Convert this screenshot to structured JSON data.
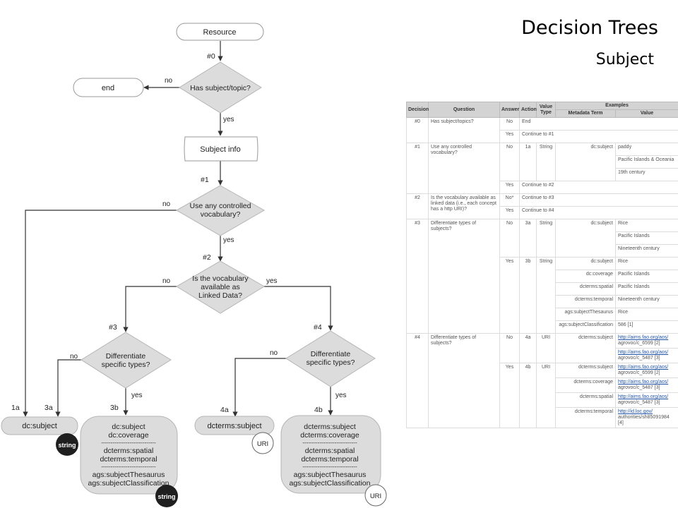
{
  "header": {
    "title": "Decision Trees",
    "subtitle": "Subject"
  },
  "flowchart": {
    "nodes": {
      "resource": "Resource",
      "end": "end",
      "q0": "Has subject/topic?",
      "subject_info": "Subject info",
      "q1": [
        "Use any controlled",
        "vocabulary?"
      ],
      "q2": [
        "Is the vocabulary",
        "available as",
        "Linked Data?"
      ],
      "q3": [
        "Differentiate",
        "specific types?"
      ],
      "q4": [
        "Differentiate",
        "specific types?"
      ],
      "r1a": "dc:subject",
      "r3b": [
        "dc:subject",
        "dc:coverage",
        "dcterms:spatial",
        "dcterms:temporal",
        "ags:subjectThesaurus",
        "ags:subjectClassification"
      ],
      "r4a": "dcterms:subject",
      "r4b": [
        "dcterms:subject",
        "dcterms:coverage",
        "dcterms:spatial",
        "dcterms:temporal",
        "ags:subjectThesaurus",
        "ags:subjectClassification"
      ]
    },
    "step_labels": {
      "s0": "#0",
      "s1": "#1",
      "s2": "#2",
      "s3": "#3",
      "s4": "#4"
    },
    "path_labels": {
      "l1a": "1a",
      "l3a": "3a",
      "l3b": "3b",
      "l4a": "4a",
      "l4b": "4b"
    },
    "edge_labels": {
      "q0_no": "no",
      "q0_yes": "yes",
      "q1_no": "no",
      "q1_yes": "yes",
      "q2_no": "no",
      "q2_yes": "yes",
      "q3_no": "no",
      "q3_yes": "yes",
      "q4_no": "no",
      "q4_yes": "yes"
    },
    "separator": "-----------------------------",
    "value_types": {
      "string": "string",
      "uri": "URI"
    }
  },
  "table": {
    "headers": {
      "decision": "Decision",
      "question": "Question",
      "answer": "Answer",
      "action": "Action",
      "value_type": "Value Type",
      "examples": "Examples",
      "metadata_term": "Metadata Term",
      "value": "Value"
    },
    "rows": [
      [
        "#0",
        "Has subject/topics?",
        "No",
        "End",
        "",
        "",
        ""
      ],
      [
        "",
        "",
        "Yes",
        "Continue to #1",
        "",
        "",
        ""
      ],
      [
        "#1",
        "Use any controlled vocabulary?",
        "No",
        "1a",
        "String",
        "dc:subject",
        "paddy"
      ],
      [
        "",
        "",
        "",
        "",
        "",
        "",
        "Pacific Islands & Oceania"
      ],
      [
        "",
        "",
        "",
        "",
        "",
        "",
        "19th century"
      ],
      [
        "",
        "",
        "Yes",
        "Continue to #2",
        "",
        "",
        ""
      ],
      [
        "#2",
        "Is the vocabulary available as linked data (i.e., each concept has a http URI)?",
        "No*",
        "Continue to #3",
        "",
        "",
        ""
      ],
      [
        "",
        "",
        "Yes",
        "Continue to #4",
        "",
        "",
        ""
      ],
      [
        "#3",
        "Differentiate types of subjects?",
        "No",
        "3a",
        "String",
        "dc:subject",
        "Rice"
      ],
      [
        "",
        "",
        "",
        "",
        "",
        "",
        "Pacific Islands"
      ],
      [
        "",
        "",
        "",
        "",
        "",
        "",
        "Nineteenth century"
      ],
      [
        "",
        "",
        "Yes",
        "3b",
        "String",
        "dc:subject",
        "Rice"
      ],
      [
        "",
        "",
        "",
        "",
        "",
        "dc:coverage",
        "Pacific Islands"
      ],
      [
        "",
        "",
        "",
        "",
        "",
        "dcterms:spatial",
        "Pacific Islands"
      ],
      [
        "",
        "",
        "",
        "",
        "",
        "dcterms:temporal",
        "Nineteenth century"
      ],
      [
        "",
        "",
        "",
        "",
        "",
        "ags:subjectThesaurus",
        "Rice"
      ],
      [
        "",
        "",
        "",
        "",
        "",
        "ags:subjectClassification",
        "586 [1]"
      ],
      [
        "#4",
        "Differentiate types of subjects?",
        "No",
        "4a",
        "URI",
        "dcterms:subject",
        "http://aims.fao.org/aos/|agrovoc/c_6599 [2]"
      ],
      [
        "",
        "",
        "",
        "",
        "",
        "",
        "http://aims.fao.org/aos/|agrovoc/c_5487 [3]"
      ],
      [
        "",
        "",
        "Yes",
        "4b",
        "URI",
        "dcterms:subject",
        "http://aims.fao.org/aos/|agrovoc/c_6599 [2]"
      ],
      [
        "",
        "",
        "",
        "",
        "",
        "dcterms:coverage",
        "http://aims.fao.org/aos/|agrovoc/c_5487 [3]"
      ],
      [
        "",
        "",
        "",
        "",
        "",
        "dcterms:spatial",
        "http://aims.fao.org/aos/|agrovoc/c_5487 [3]"
      ],
      [
        "",
        "",
        "",
        "",
        "",
        "dcterms:temporal",
        "http://id.loc.gov/|authorities/sh85091984|[4]"
      ]
    ]
  }
}
